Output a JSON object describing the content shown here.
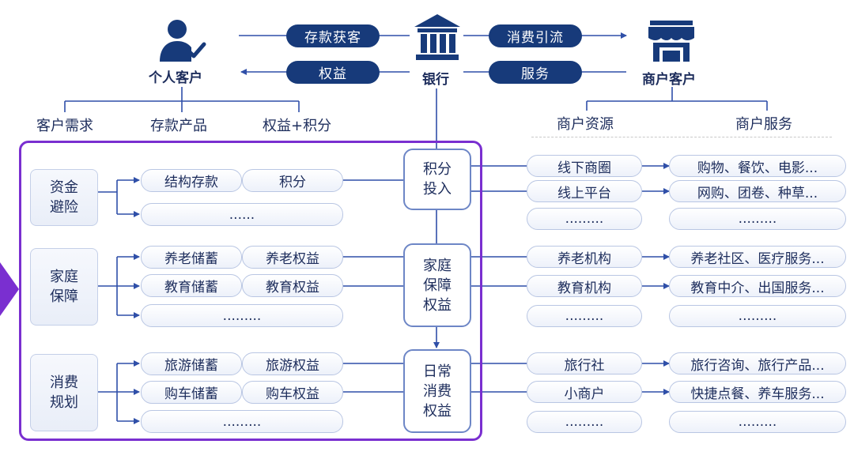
{
  "top": {
    "individual_label": "个人客户",
    "bank_label": "银行",
    "merchant_label": "商户客户",
    "flows": {
      "deposit_acquire": "存款获客",
      "rights": "权益",
      "consume_traffic": "消费引流",
      "service": "服务"
    },
    "individual_children": [
      "客户需求",
      "存款产品",
      "权益+积分"
    ],
    "merchant_children": [
      "商户资源",
      "商户服务"
    ]
  },
  "categories": [
    {
      "line1": "资金",
      "line2": "避险"
    },
    {
      "line1": "家庭",
      "line2": "保障"
    },
    {
      "line1": "消费",
      "line2": "规划"
    }
  ],
  "products": {
    "row1": {
      "deposit": "结构存款",
      "right": "积分"
    },
    "row1_more": "......",
    "row2a": {
      "deposit": "养老储蓄",
      "right": "养老权益"
    },
    "row2b": {
      "deposit": "教育储蓄",
      "right": "教育权益"
    },
    "row2_more": ".........",
    "row3a": {
      "deposit": "旅游储蓄",
      "right": "旅游权益"
    },
    "row3b": {
      "deposit": "购车储蓄",
      "right": "购车权益"
    },
    "row3_more": "........."
  },
  "middle": [
    {
      "lines": [
        "积分",
        "投入"
      ]
    },
    {
      "lines": [
        "家庭",
        "保障",
        "权益"
      ]
    },
    {
      "lines": [
        "日常",
        "消费",
        "权益"
      ]
    }
  ],
  "merchants": {
    "rows": [
      {
        "resource": "线下商圈",
        "service": "购物、餐饮、电影..."
      },
      {
        "resource": "线上平台",
        "service": "网购、团卷、种草..."
      },
      {
        "resource": ".........",
        "service": "........."
      },
      {
        "resource": "养老机构",
        "service": "养老社区、医疗服务..."
      },
      {
        "resource": "教育机构",
        "service": "教育中介、出国服务..."
      },
      {
        "resource": ".........",
        "service": "........."
      },
      {
        "resource": "旅行社",
        "service": "旅行咨询、旅行产品..."
      },
      {
        "resource": "小商户",
        "service": "快捷点餐、养车服务..."
      },
      {
        "resource": ".........",
        "service": "........."
      }
    ]
  },
  "colors": {
    "navy": "#173a7a",
    "line": "#2f4fa8",
    "purple": "#7a2fd0",
    "pill_border": "#b9c6e3"
  },
  "icons": [
    "person-check-icon",
    "bank-building-icon",
    "storefront-icon"
  ]
}
